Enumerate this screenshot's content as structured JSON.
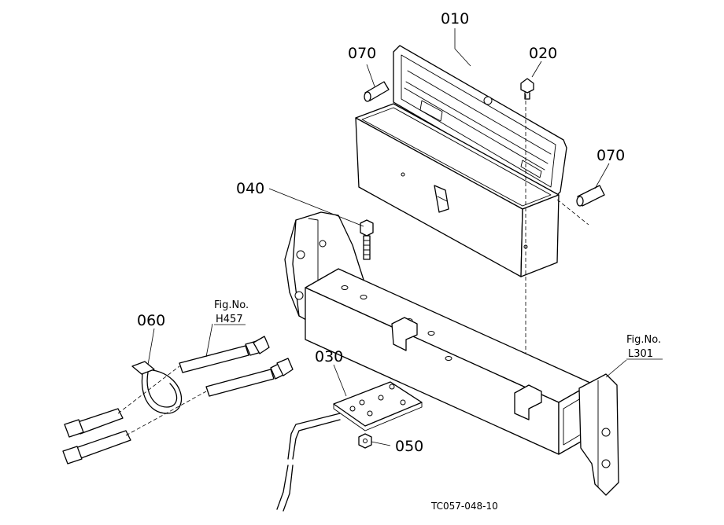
{
  "diagram": {
    "callouts": {
      "p010": "010",
      "p020": "020",
      "p030": "030",
      "p040": "040",
      "p050": "050",
      "p060": "060",
      "p070_left": "070",
      "p070_right": "070"
    },
    "figure_refs": {
      "h457": {
        "label": "Fig.No.",
        "number": "H457"
      },
      "l301": {
        "label": "Fig.No.",
        "number": "L301"
      }
    },
    "drawing_code": "TC057-048-10"
  }
}
